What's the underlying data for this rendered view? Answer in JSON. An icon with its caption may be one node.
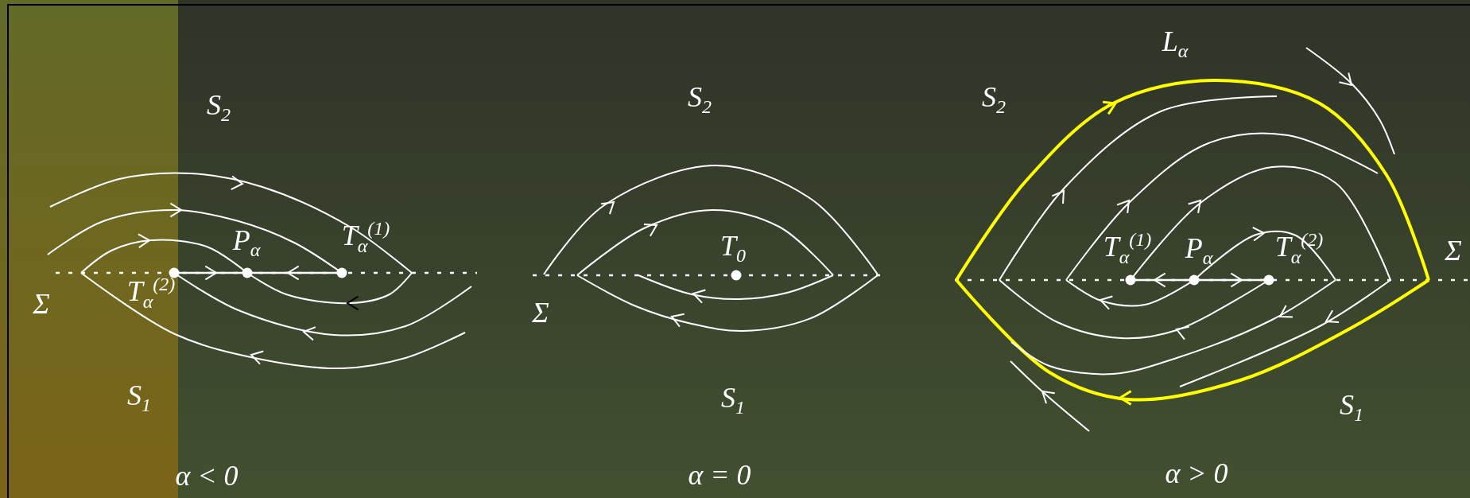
{
  "diagram": {
    "labels": [
      "S$_{2}$",
      "P$_{α}$",
      "T$_{α}$$^{(1)}$",
      "Σ",
      "T$_{α}$$^{(2)}$",
      "S$_{1}$",
      "α < 0",
      "S$_{2}$",
      "T$_{0}$",
      "Σ",
      "S$_{1}$",
      "α = 0",
      "L$_{α}$",
      "S$_{2}$",
      "T$_{α}$$^{(1)}$",
      "P$_{α}$",
      "T$_{α}$$^{(2)}$",
      "Σ",
      "S$_{1}$",
      "α > 0"
    ]
  }
}
